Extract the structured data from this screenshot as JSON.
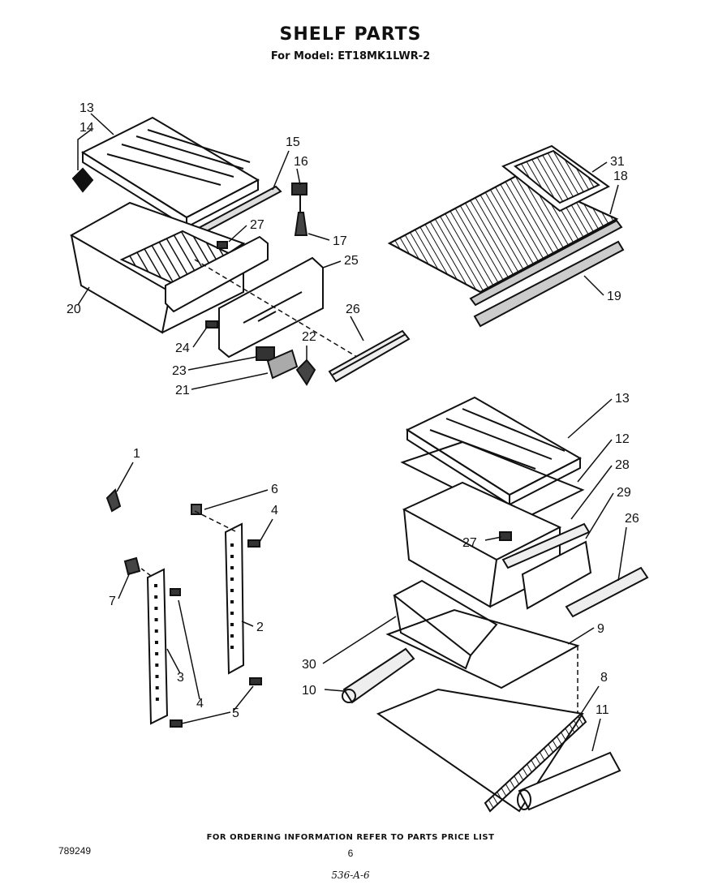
{
  "header": {
    "title": "SHELF PARTS",
    "subtitle": "For Model: ET18MK1LWR-2"
  },
  "callouts": {
    "n1": "1",
    "n2": "2",
    "n3": "3",
    "n4a": "4",
    "n4b": "4",
    "n5": "5",
    "n6": "6",
    "n7": "7",
    "n8": "8",
    "n9": "9",
    "n10": "10",
    "n11": "11",
    "n12": "12",
    "n13a": "13",
    "n13b": "13",
    "n14": "14",
    "n15": "15",
    "n16": "16",
    "n17": "17",
    "n18": "18",
    "n19": "19",
    "n20": "20",
    "n21": "21",
    "n22": "22",
    "n23": "23",
    "n24": "24",
    "n25": "25",
    "n26a": "26",
    "n26b": "26",
    "n27a": "27",
    "n27b": "27",
    "n28": "28",
    "n29": "29",
    "n30": "30",
    "n31": "31"
  },
  "footer": {
    "ordering_note": "FOR ORDERING INFORMATION REFER TO PARTS PRICE LIST",
    "page_number": "6",
    "catalog_number": "789249",
    "code": "536-A-6"
  }
}
